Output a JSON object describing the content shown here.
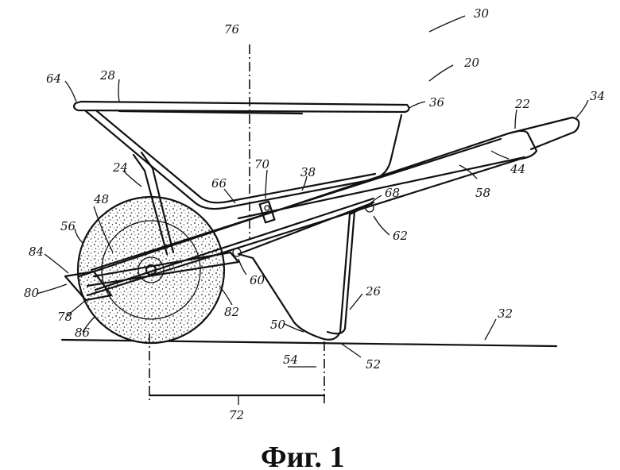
{
  "figure": {
    "caption": "Фиг. 1",
    "refs": {
      "r30": "30",
      "r20": "20",
      "r76": "76",
      "r64": "64",
      "r28": "28",
      "r36": "36",
      "r22": "22",
      "r34": "34",
      "r24": "24",
      "r66": "66",
      "r70": "70",
      "r38": "38",
      "r48": "48",
      "r68": "68",
      "r58": "58",
      "r44": "44",
      "r56": "56",
      "r62": "62",
      "r84": "84",
      "r80": "80",
      "r60": "60",
      "r82": "82",
      "r26": "26",
      "r78": "78",
      "r86": "86",
      "r50": "50",
      "r32": "32",
      "r54": "54",
      "r52": "52",
      "r72": "72"
    }
  }
}
